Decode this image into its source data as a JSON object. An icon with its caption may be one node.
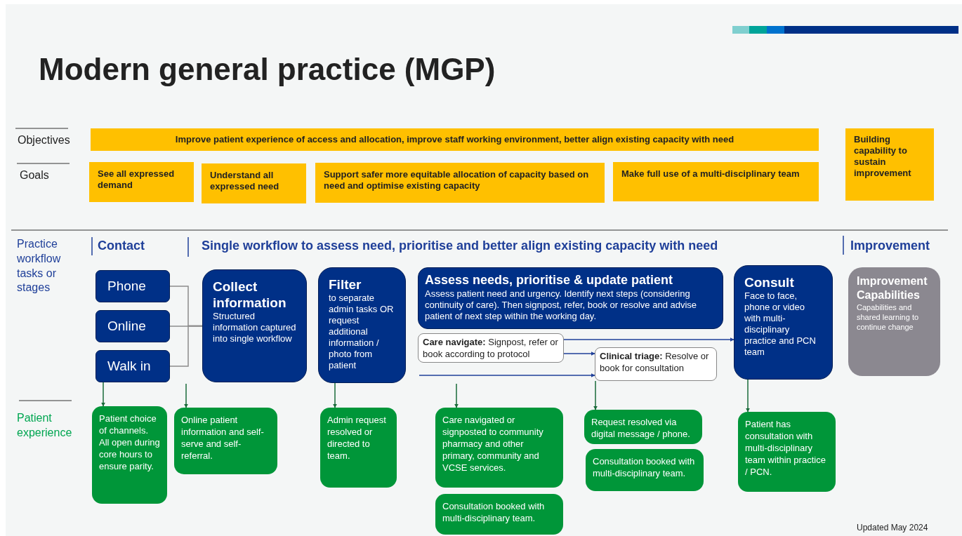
{
  "diagram": {
    "title": "Modern general practice (MGP)",
    "nodes": [
      {
        "text": [
          "Improve patient experience of access and allocation, improve staff working environment, better align existing capacity with need"
        ]
      },
      {
        "text": [
          "Building capability to sustain improvement"
        ]
      },
      {
        "text": [
          "See all expressed demand"
        ]
      },
      {
        "text": [
          "Understand all expressed need"
        ]
      },
      {
        "text": [
          "Support safer more equitable allocation of capacity based on need and optimise existing capacity"
        ]
      },
      {
        "text": [
          "Make full use of a multi-disciplinary team"
        ]
      },
      {
        "text": [
          "Phone"
        ]
      },
      {
        "text": [
          "Online"
        ]
      },
      {
        "text": [
          "Walk in"
        ]
      },
      {
        "text": [
          "Collect information",
          "Structured information captured into single workflow"
        ]
      },
      {
        "text": [
          "Filter",
          "to separate admin tasks OR request additional information / photo from patient"
        ]
      },
      {
        "text": [
          "Assess needs, prioritise & update patient",
          "Assess patient need and urgency. Identify next steps (considering continuity of care). Then signpost, refer, book or resolve and advise patient of next step within the working day."
        ]
      },
      {
        "text": [
          "**Care navigate:** Signpost, refer or book according to protocol"
        ]
      },
      {
        "text": [
          "**Clinical triage:** Resolve or book for consultation"
        ]
      },
      {
        "text": [
          "Consult",
          "Face to face, phone or video with multi-disciplinary practice and PCN team"
        ]
      },
      {
        "text": [
          "Improvement Capabilities",
          "Capabilities and shared learning to continue change"
        ]
      },
      {
        "text": [
          "Patient choice of channels. All open during core hours to ensure parity."
        ]
      },
      {
        "text": [
          "Online patient information and self-serve and self-referral."
        ]
      },
      {
        "text": [
          "Admin request resolved or directed to team."
        ]
      },
      {
        "text": [
          "Care navigated or signposted to community pharmacy and other primary, community and VCSE services."
        ]
      },
      {
        "text": [
          "Consultation booked with multi-disciplinary team."
        ]
      },
      {
        "text": [
          "Request resolved via digital message / phone."
        ]
      },
      {
        "text": [
          "Consultation booked with multi-disciplinary team."
        ]
      },
      {
        "text": [
          "Patient has consultation with multi-disciplinary team within practice / PCN."
        ]
      }
    ],
    "edges": [
      {
        "from": 6,
        "to": 9,
        "arrow": "none",
        "color": "#8c8c8c"
      },
      {
        "from": 7,
        "to": 9,
        "arrow": "none",
        "color": "#8c8c8c"
      },
      {
        "from": 8,
        "to": 9,
        "arrow": "none",
        "color": "#8c8c8c"
      },
      {
        "from": 12,
        "to": 14,
        "arrow": "to",
        "color": "#1f3f99"
      },
      {
        "from": 12,
        "to": 13,
        "arrow": "to",
        "color": "#1f3f99"
      },
      {
        "from": null,
        "to": 13,
        "arrow": "to",
        "color": "#1f3f99"
      },
      {
        "from": 8,
        "to": 16,
        "arrow": "to"
      },
      {
        "from": null,
        "to": 17,
        "arrow": "to"
      },
      {
        "from": 10,
        "to": 18,
        "arrow": "to"
      },
      {
        "from": null,
        "to": 19,
        "arrow": "to"
      },
      {
        "from": 13,
        "to": 21,
        "arrow": "to"
      },
      {
        "from": 14,
        "to": 23,
        "arrow": "to"
      }
    ],
    "labels": [
      "Objectives",
      "Goals",
      "Practice workflow tasks or stages",
      "Contact",
      "Single workflow to assess need, prioritise and better align existing capacity with need",
      "Improvement",
      "Patient experience",
      "Updated May 2024"
    ]
  }
}
